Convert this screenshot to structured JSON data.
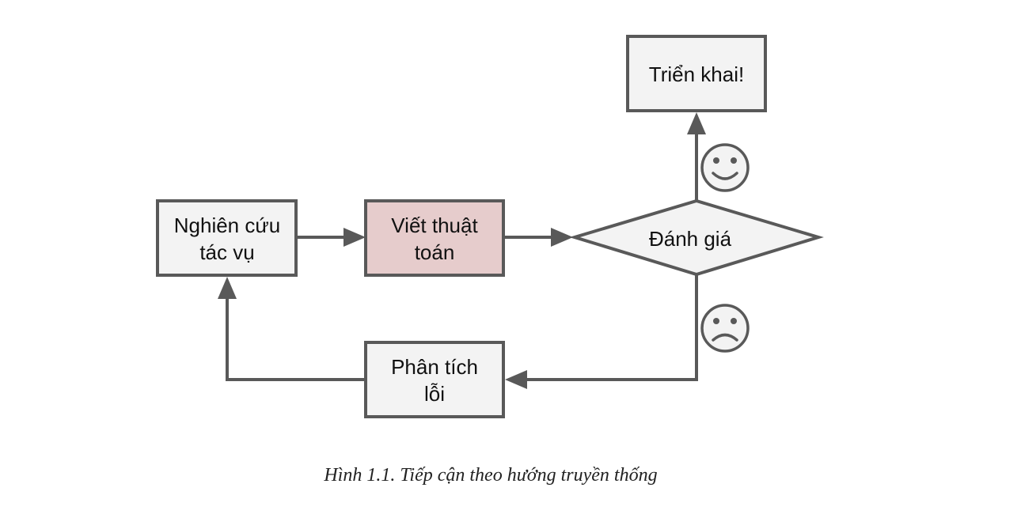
{
  "diagram": {
    "nodes": {
      "research": {
        "line1": "Nghiên cứu",
        "line2": "tác vụ"
      },
      "algorithm": {
        "line1": "Viết thuật",
        "line2": "toán"
      },
      "evaluate": {
        "label": "Đánh giá"
      },
      "deploy": {
        "label": "Triển khai!"
      },
      "analyze": {
        "line1": "Phân tích",
        "line2": "lỗi"
      }
    },
    "icons": {
      "success": "happy-face-icon",
      "failure": "sad-face-icon"
    },
    "colors": {
      "stroke": "#595959",
      "node_fill": "#f3f3f3",
      "highlight_fill": "#e6cccc"
    }
  },
  "caption": "Hình 1.1. Tiếp cận theo hướng truyền thống"
}
